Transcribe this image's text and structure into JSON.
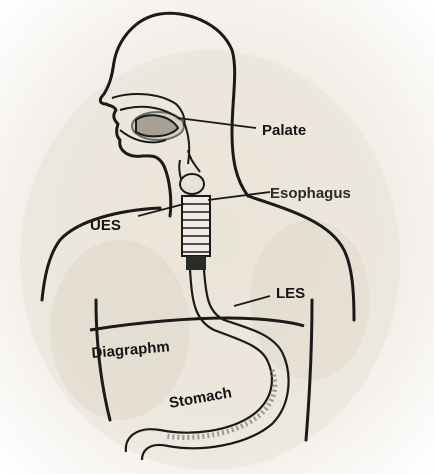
{
  "labels": {
    "palate": "Palate",
    "esophagus": "Esophagus",
    "ues": "UES",
    "les": "LES",
    "diaphragm": "Diagraphm",
    "stomach": "Stomach"
  },
  "colors": {
    "line": "#1a1a1a",
    "background": "#f4f1ec",
    "shading": "#d9d2c6"
  }
}
